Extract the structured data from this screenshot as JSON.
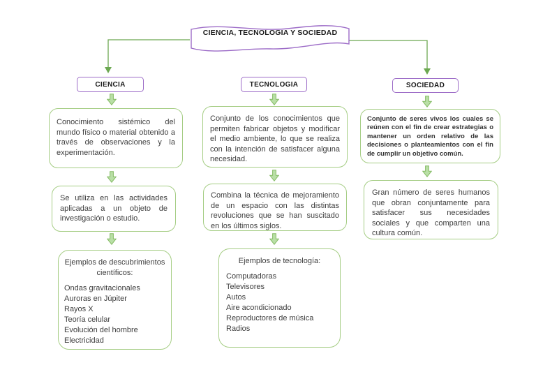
{
  "banner": {
    "title": "CIENCIA, TECNOLOGIA Y SOCIEDAD"
  },
  "colors": {
    "purple_border": "#9c6bc7",
    "green_border": "#a5cd84",
    "arrow_fill": "#b9dfa6",
    "arrow_stroke": "#85bb65",
    "connector_green": "#6ca851",
    "text": "#3d3d3d"
  },
  "columns": [
    {
      "header": "CIENCIA",
      "boxes": [
        {
          "text": "Conocimiento sistémico del mundo físico o material obtenido a través de observaciones y la experimentación."
        },
        {
          "text": "Se utiliza en las actividades aplicadas a un objeto de investigación o estudio."
        },
        {
          "title": "Ejemplos de descubrimientos científicos:",
          "items": [
            "Ondas gravitacionales",
            "Auroras en Júpiter",
            "Rayos X",
            "Teoría celular",
            "Evolución del hombre",
            "Electricidad"
          ]
        }
      ]
    },
    {
      "header": "TECNOLOGIA",
      "boxes": [
        {
          "text": "Conjunto de los conocimientos que permiten fabricar objetos y modificar el medio ambiente, lo que se realiza con la intención de satisfacer alguna necesidad."
        },
        {
          "text": "Combina la técnica de mejoramiento de un espacio con las distintas revoluciones que se han suscitado en los últimos siglos."
        },
        {
          "title": "Ejemplos de tecnología:",
          "items": [
            "Computadoras",
            "Televisores",
            "Autos",
            "Aire acondicionado",
            "Reproductores de música",
            "Radios"
          ]
        }
      ]
    },
    {
      "header": "SOCIEDAD",
      "boxes": [
        {
          "text": "Conjunto de seres vivos los cuales se reúnen con el fin de crear estrategias o mantener un orden relativo de las decisiones o planteamientos con el fin de cumplir un objetivo común."
        },
        {
          "text": "Gran número de seres humanos que obran conjuntamente para satisfacer sus necesidades sociales y que comparten una cultura común."
        }
      ]
    }
  ]
}
